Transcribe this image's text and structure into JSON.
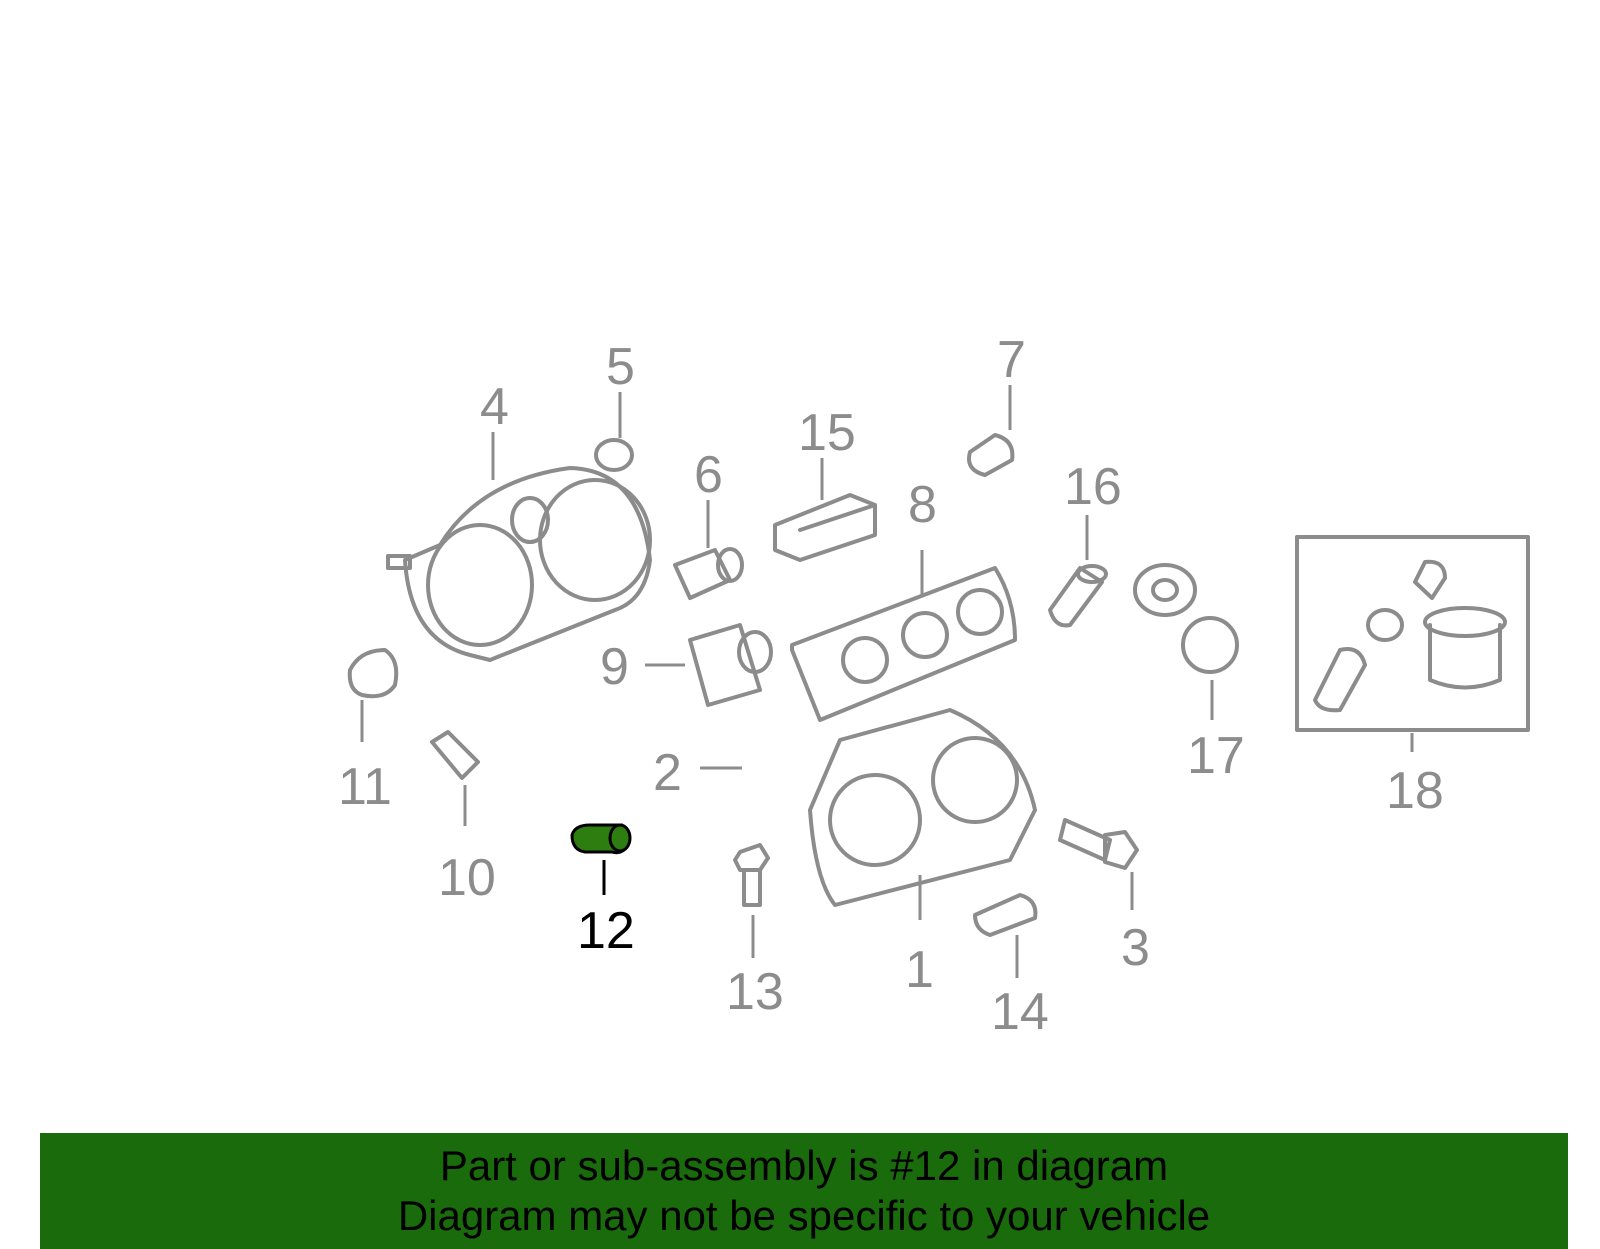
{
  "callouts": {
    "c1": "1",
    "c2": "2",
    "c3": "3",
    "c4": "4",
    "c5": "5",
    "c6": "6",
    "c7": "7",
    "c8": "8",
    "c9": "9",
    "c10": "10",
    "c11": "11",
    "c12": "12",
    "c13": "13",
    "c14": "14",
    "c15": "15",
    "c16": "16",
    "c17": "17",
    "c18": "18"
  },
  "highlighted_part": "12",
  "colors": {
    "banner": "#196b0c",
    "highlight_part": "#2e7d10",
    "line_art": "#8c8c8c",
    "highlight_label": "#000000"
  },
  "banner": {
    "line1": "Part or sub-assembly is #12 in diagram",
    "line2": "Diagram may not be specific to your vehicle"
  }
}
